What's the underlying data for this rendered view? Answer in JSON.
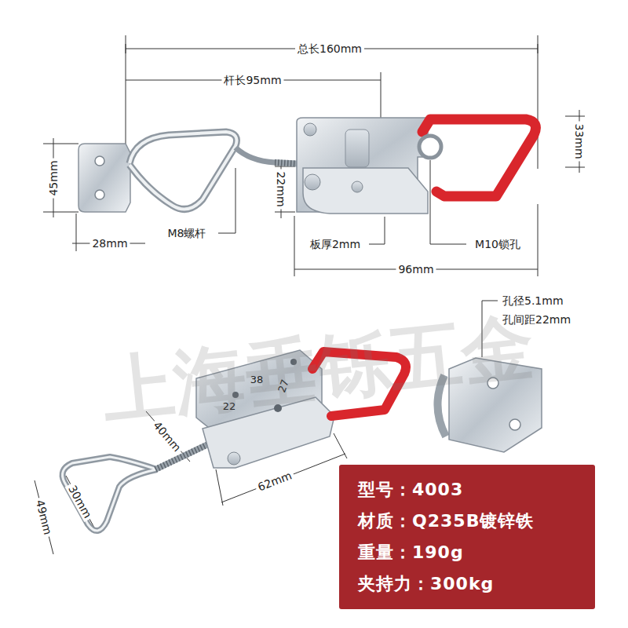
{
  "diagram": {
    "nodes": [
      {
        "text": [
          "型号：4003",
          "材质：Q235B镀锌铁",
          "重量：190g",
          "夹持力：300kg"
        ]
      }
    ],
    "labels": [
      "总长160mm",
      "杆长95mm",
      "33mm",
      "45mm",
      "22mm",
      "28mm",
      "M8螺杆",
      "板厚2mm",
      "M10锁孔",
      "96mm",
      "孔径5.1mm",
      "孔间距22mm",
      "38",
      "27",
      "22",
      "40mm",
      "49mm",
      "30mm",
      "62mm",
      "上海垂铄五金"
    ]
  }
}
